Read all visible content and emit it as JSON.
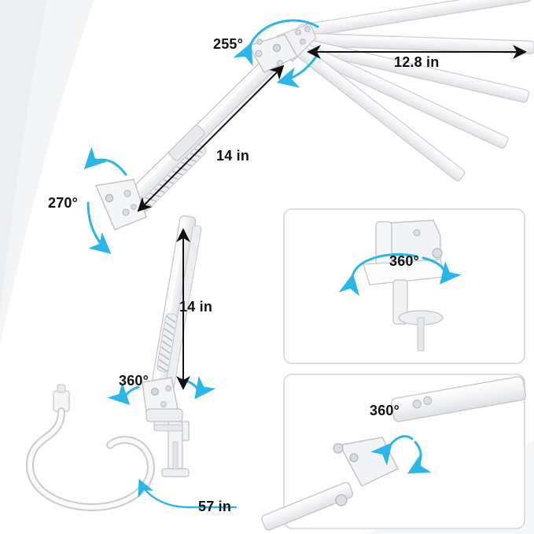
{
  "image": {
    "title": "Adjustable swing-arm clamp desk lamp dimension diagram",
    "background_color": "#ffffff",
    "accent_arrow_color": "#29b6e8",
    "lamp_body_color": "#f2f3f5",
    "outline_color": "#c9ccd1",
    "dimension_line_color": "#111111"
  },
  "annotations": {
    "upper_arm_rotation": "255°",
    "head_length": "12.8 in",
    "upper_arm_length": "14 in",
    "elbow_rotation": "270°",
    "lower_arm_length": "14 in",
    "base_rotation": "360°",
    "cable_length": "57 in",
    "clamp_detail_rotation": "360°",
    "head_detail_rotation": "360°"
  },
  "insets": [
    {
      "name": "clamp-swivel-detail",
      "label": "360°"
    },
    {
      "name": "lamp-head-swivel-detail",
      "label": "360°"
    }
  ]
}
